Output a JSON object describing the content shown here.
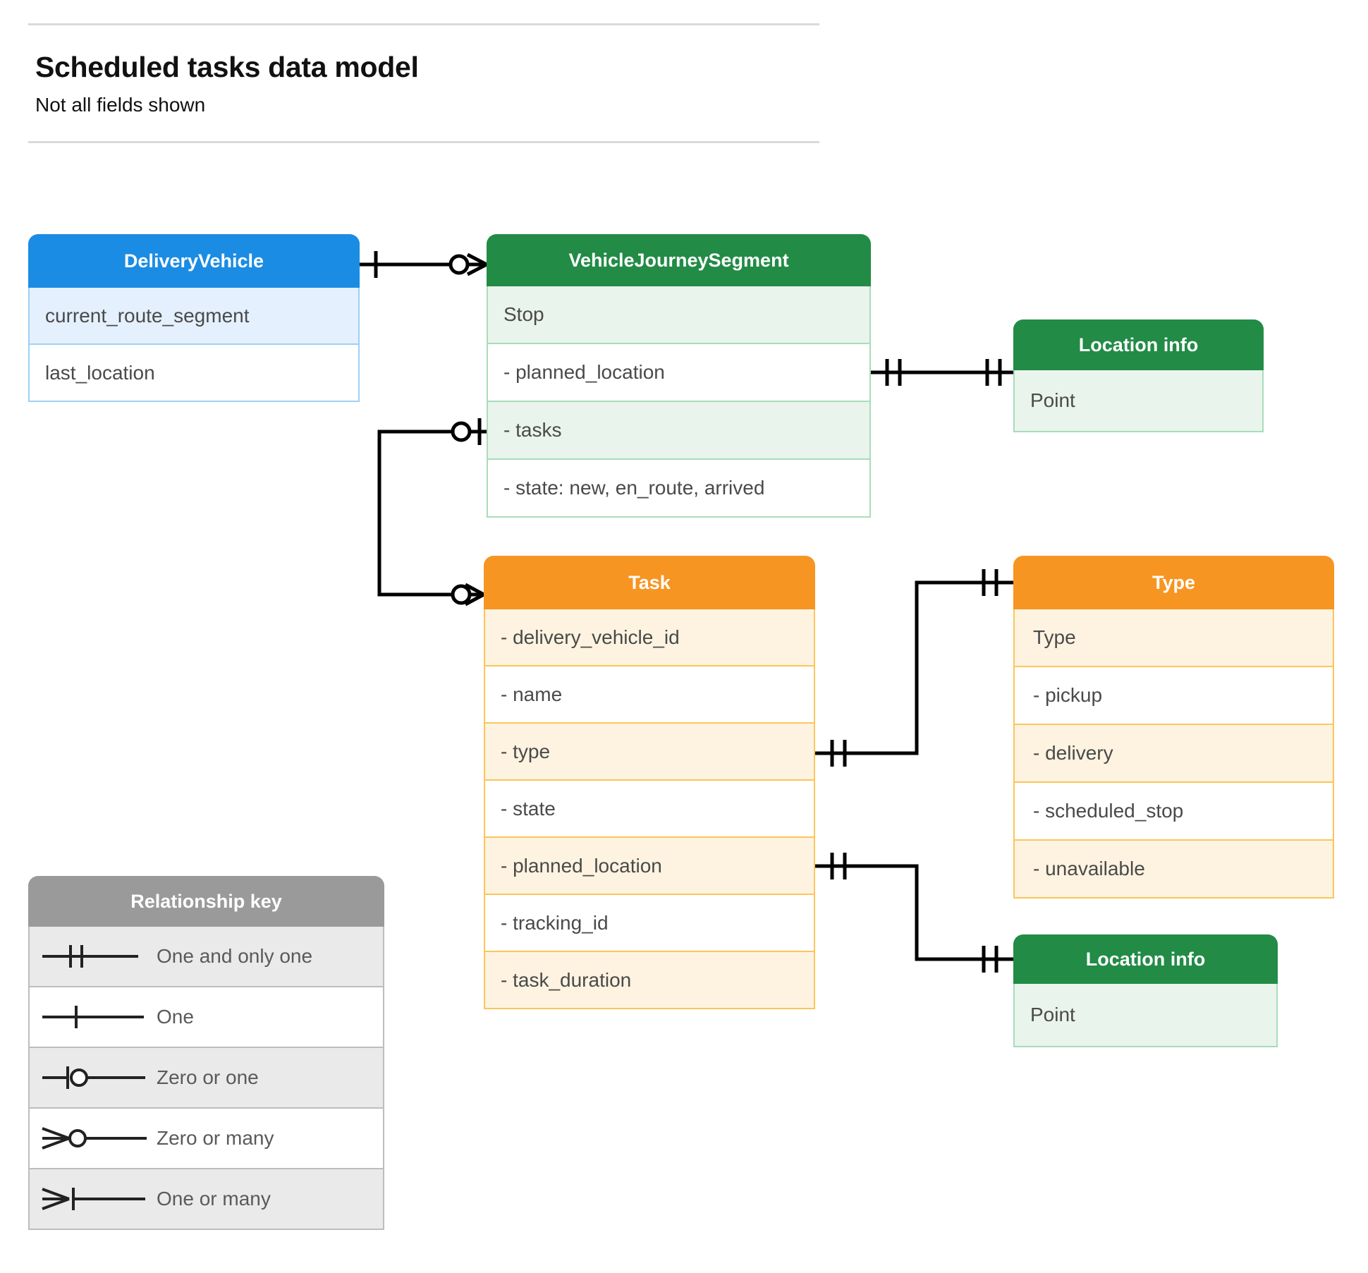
{
  "header": {
    "title": "Scheduled tasks data model",
    "subtitle": "Not all fields shown"
  },
  "colors": {
    "blue_header": "#1b8ce3",
    "blue_row_alt": "#e4f0fd",
    "blue_border": "#9ed0f4",
    "green_header": "#228b46",
    "green_row_alt": "#e9f4ec",
    "green_border": "#a9dcba",
    "orange_header": "#f79522",
    "orange_row_alt": "#fdf3e0",
    "orange_border": "#fcc55b",
    "grey_header": "#9a9a9a",
    "grey_row_alt": "#eaeaea",
    "line": "#000000",
    "text": "#4a4a4a"
  },
  "entities": {
    "delivery_vehicle": {
      "title": "DeliveryVehicle",
      "rows": [
        "current_route_segment",
        "last_location"
      ]
    },
    "vehicle_journey_segment": {
      "title": "VehicleJourneySegment",
      "rows": [
        "Stop",
        "-  planned_location",
        "- tasks",
        "- state: new, en_route, arrived"
      ]
    },
    "location_info_top": {
      "title": "Location info",
      "rows": [
        "Point"
      ]
    },
    "task": {
      "title": "Task",
      "rows": [
        "- delivery_vehicle_id",
        "- name",
        "- type",
        "- state",
        "- planned_location",
        "- tracking_id",
        "- task_duration"
      ]
    },
    "type": {
      "title": "Type",
      "rows": [
        "Type",
        "-  pickup",
        "-  delivery",
        "-  scheduled_stop",
        "-  unavailable"
      ]
    },
    "location_info_bottom": {
      "title": "Location info",
      "rows": [
        "Point"
      ]
    }
  },
  "legend": {
    "title": "Relationship key",
    "items": [
      {
        "symbol": "one-and-only-one",
        "label": "One and only one"
      },
      {
        "symbol": "one",
        "label": "One"
      },
      {
        "symbol": "zero-or-one",
        "label": "Zero or one"
      },
      {
        "symbol": "zero-or-many",
        "label": "Zero or many"
      },
      {
        "symbol": "one-or-many",
        "label": "One or many"
      }
    ]
  },
  "relationships": [
    {
      "from": "DeliveryVehicle",
      "from_card": "one",
      "to": "VehicleJourneySegment",
      "to_card": "zero-or-many"
    },
    {
      "from": "VehicleJourneySegment.planned_location",
      "from_card": "one-and-only-one",
      "to": "Location info",
      "to_card": "one-and-only-one"
    },
    {
      "from": "VehicleJourneySegment.tasks",
      "from_card": "zero-or-one",
      "to": "Task",
      "to_card": "zero-or-many"
    },
    {
      "from": "Task.type",
      "from_card": "one-and-only-one",
      "to": "Type",
      "to_card": "one-and-only-one"
    },
    {
      "from": "Task.planned_location",
      "from_card": "one-and-only-one",
      "to": "Location info",
      "to_card": "one-and-only-one"
    }
  ]
}
